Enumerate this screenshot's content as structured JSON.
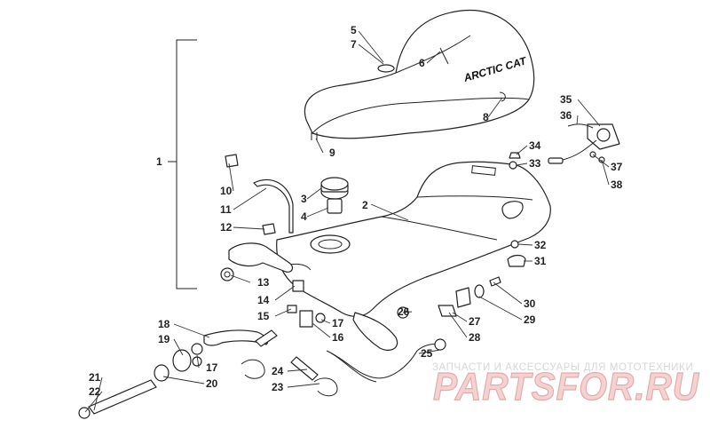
{
  "seat": {
    "brand_text": "ARCTIC CAT"
  },
  "watermark": {
    "caption": "ЗАПЧАСТИ И АКСЕССУАРЫ ДЛЯ МОТОТЕХНИКИ",
    "logo": "PARTSFOR.RU"
  },
  "callouts": [
    "1",
    "2",
    "3",
    "4",
    "5",
    "7",
    "6",
    "8",
    "9",
    "10",
    "11",
    "12",
    "13",
    "14",
    "15",
    "16",
    "17",
    "17",
    "18",
    "19",
    "20",
    "21",
    "22",
    "23",
    "24",
    "25",
    "26",
    "27",
    "28",
    "29",
    "30",
    "31",
    "32",
    "33",
    "34",
    "35",
    "36",
    "37",
    "38"
  ],
  "colors": {
    "line": "#222222",
    "watermark": "#e3aaaa",
    "background": "#ffffff"
  }
}
